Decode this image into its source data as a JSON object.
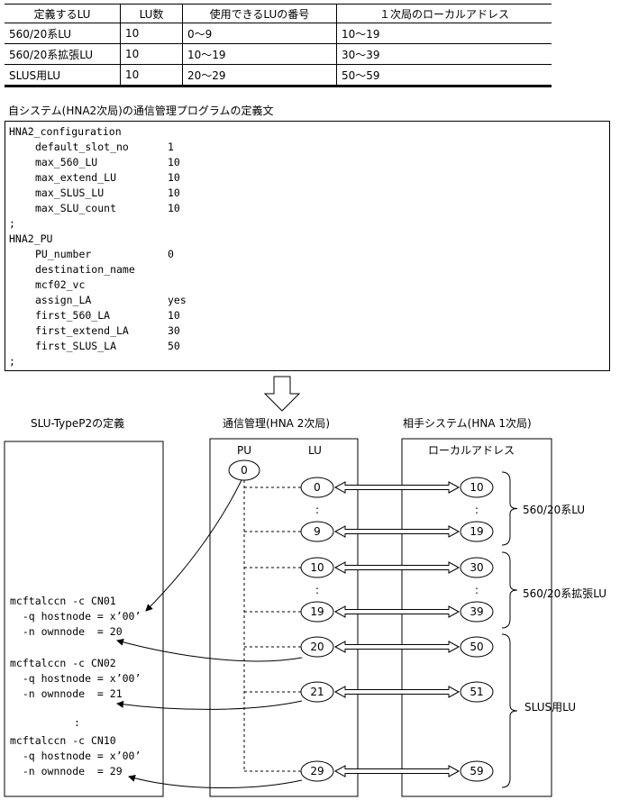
{
  "table": {
    "headers": [
      "定義するLU",
      "LU数",
      "使用できるLUの番号",
      "１次局のローカルアドレス"
    ],
    "rows": [
      [
        "560/20系LU",
        "10",
        "0〜9",
        "10〜19"
      ],
      [
        "560/20系拡張LU",
        "10",
        "10〜19",
        "30〜39"
      ],
      [
        "SLUS用LU",
        "10",
        "20〜29",
        "50〜59"
      ]
    ]
  },
  "program": {
    "title": "自システム(HNA2次局)の通信管理プログラムの定義文",
    "lines": [
      {
        "indent": 0,
        "key": "HNA2_configuration",
        "value": ""
      },
      {
        "indent": 1,
        "key": "default_slot_no",
        "value": "1"
      },
      {
        "indent": 1,
        "key": "max_560_LU",
        "value": "10"
      },
      {
        "indent": 1,
        "key": "max_extend_LU",
        "value": "10"
      },
      {
        "indent": 1,
        "key": "max_SLUS_LU",
        "value": "10"
      },
      {
        "indent": 1,
        "key": "max_SLU_count",
        "value": "10"
      },
      {
        "indent": 0,
        "key": ";",
        "value": ""
      },
      {
        "indent": 0,
        "key": "HNA2_PU",
        "value": ""
      },
      {
        "indent": 1,
        "key": "PU_number",
        "value": "0"
      },
      {
        "indent": 1,
        "key": "destination_name",
        "value": ""
      },
      {
        "indent": 1,
        "key": "mcf02_vc",
        "value": ""
      },
      {
        "indent": 1,
        "key": "assign_LA",
        "value": "yes"
      },
      {
        "indent": 1,
        "key": "first_560_LA",
        "value": "10"
      },
      {
        "indent": 1,
        "key": "first_extend_LA",
        "value": "30"
      },
      {
        "indent": 1,
        "key": "first_SLUS_LA",
        "value": "50"
      },
      {
        "indent": 0,
        "key": ";",
        "value": ""
      }
    ]
  },
  "diagram": {
    "slu_title": "SLU-TypeP2の定義",
    "comm_title": "通信管理(HNA 2次局)",
    "partner_title": "相手システム(HNA 1次局)",
    "pu_label": "PU",
    "lu_label": "LU",
    "local_addr_label": "ローカルアドレス",
    "pu_value": "0",
    "lu_nodes": [
      "0",
      "9",
      "10",
      "19",
      "20",
      "21",
      "29"
    ],
    "la_nodes": [
      "10",
      "19",
      "30",
      "39",
      "50",
      "51",
      "59"
    ],
    "dots": ":",
    "groups": [
      "560/20系LU",
      "560/20系拡張LU",
      "SLUS用LU"
    ],
    "commands": [
      {
        "line1": "mcftalccn -c CN01",
        "line2": "  -q hostnode = x’00’",
        "line3": "  -n ownnode  = 20"
      },
      {
        "line1": "mcftalccn -c CN02",
        "line2": "  -q hostnode = x’00’",
        "line3": "  -n ownnode  = 21"
      },
      {
        "line1": "mcftalccn -c CN10",
        "line2": "  -q hostnode = x’00’",
        "line3": "  -n ownnode  = 29"
      }
    ]
  }
}
